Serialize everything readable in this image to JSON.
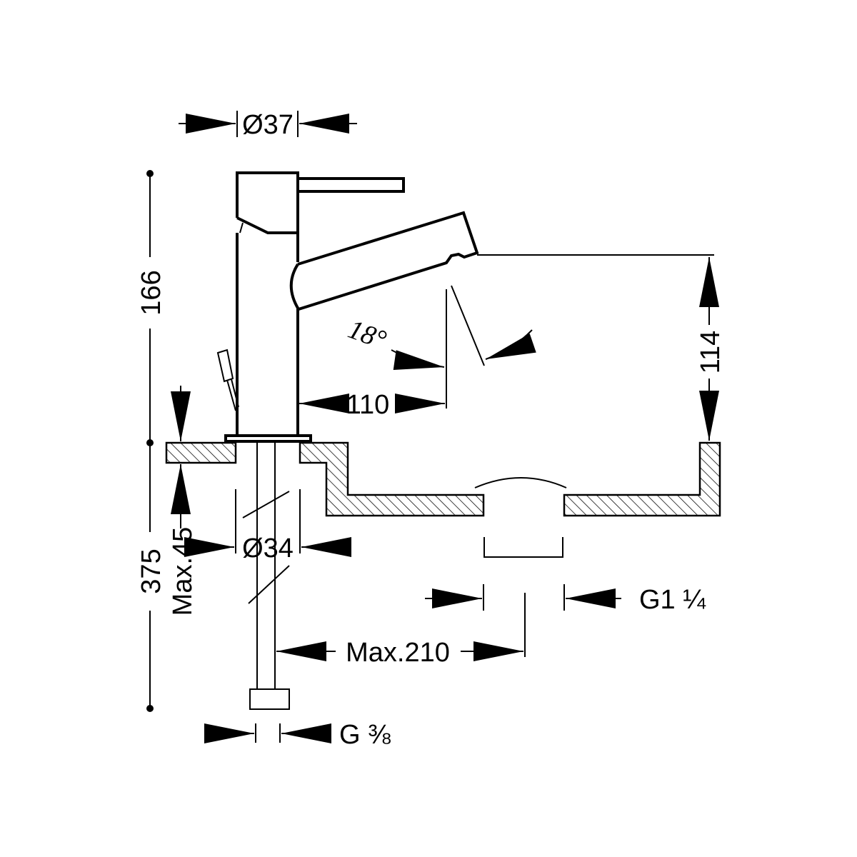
{
  "title": "Basin mixer tap technical drawing",
  "dimensions": {
    "body_diameter": "Ø37",
    "total_height": "166",
    "spout_projection": "110",
    "swivel_angle": "18°",
    "spout_height": "114",
    "hole_diameter": "Ø34",
    "counter_thickness": "Max.45",
    "hose_length": "375",
    "drain_thread": "G1 ¼",
    "hose_offset": "Max.210",
    "hose_thread": "G ⅜"
  },
  "colors": {
    "line": "#000000",
    "background": "#ffffff"
  }
}
